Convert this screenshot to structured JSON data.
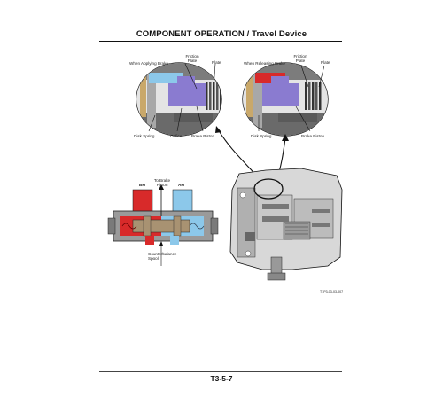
{
  "header": {
    "title": "COMPONENT OPERATION / Travel Device"
  },
  "labels": {
    "when_applying_brake": "When Applying Brake",
    "friction_plate": "Friction\nPlate",
    "plate": "Plate",
    "when_releasing_brake": "When Releasing Brake",
    "disk_spring": "Disk Spring",
    "orifice": "Orifice",
    "brake_piston": "Brake Piston",
    "to_brake_piston": "To Brake\nPiston",
    "bm": "BM",
    "am": "AM",
    "counterbalance_spool": "Counterbalance\nSpool",
    "figure_code": "T1P3-03-03-007"
  },
  "footer": {
    "page_number": "T3-5-7"
  },
  "colors": {
    "pressure_red": "#d82a2a",
    "return_blue": "#8cc8ea",
    "brake_purple": "#8a7bd0",
    "body_gray": "#8a8a8a",
    "spool_tan": "#a89272"
  }
}
